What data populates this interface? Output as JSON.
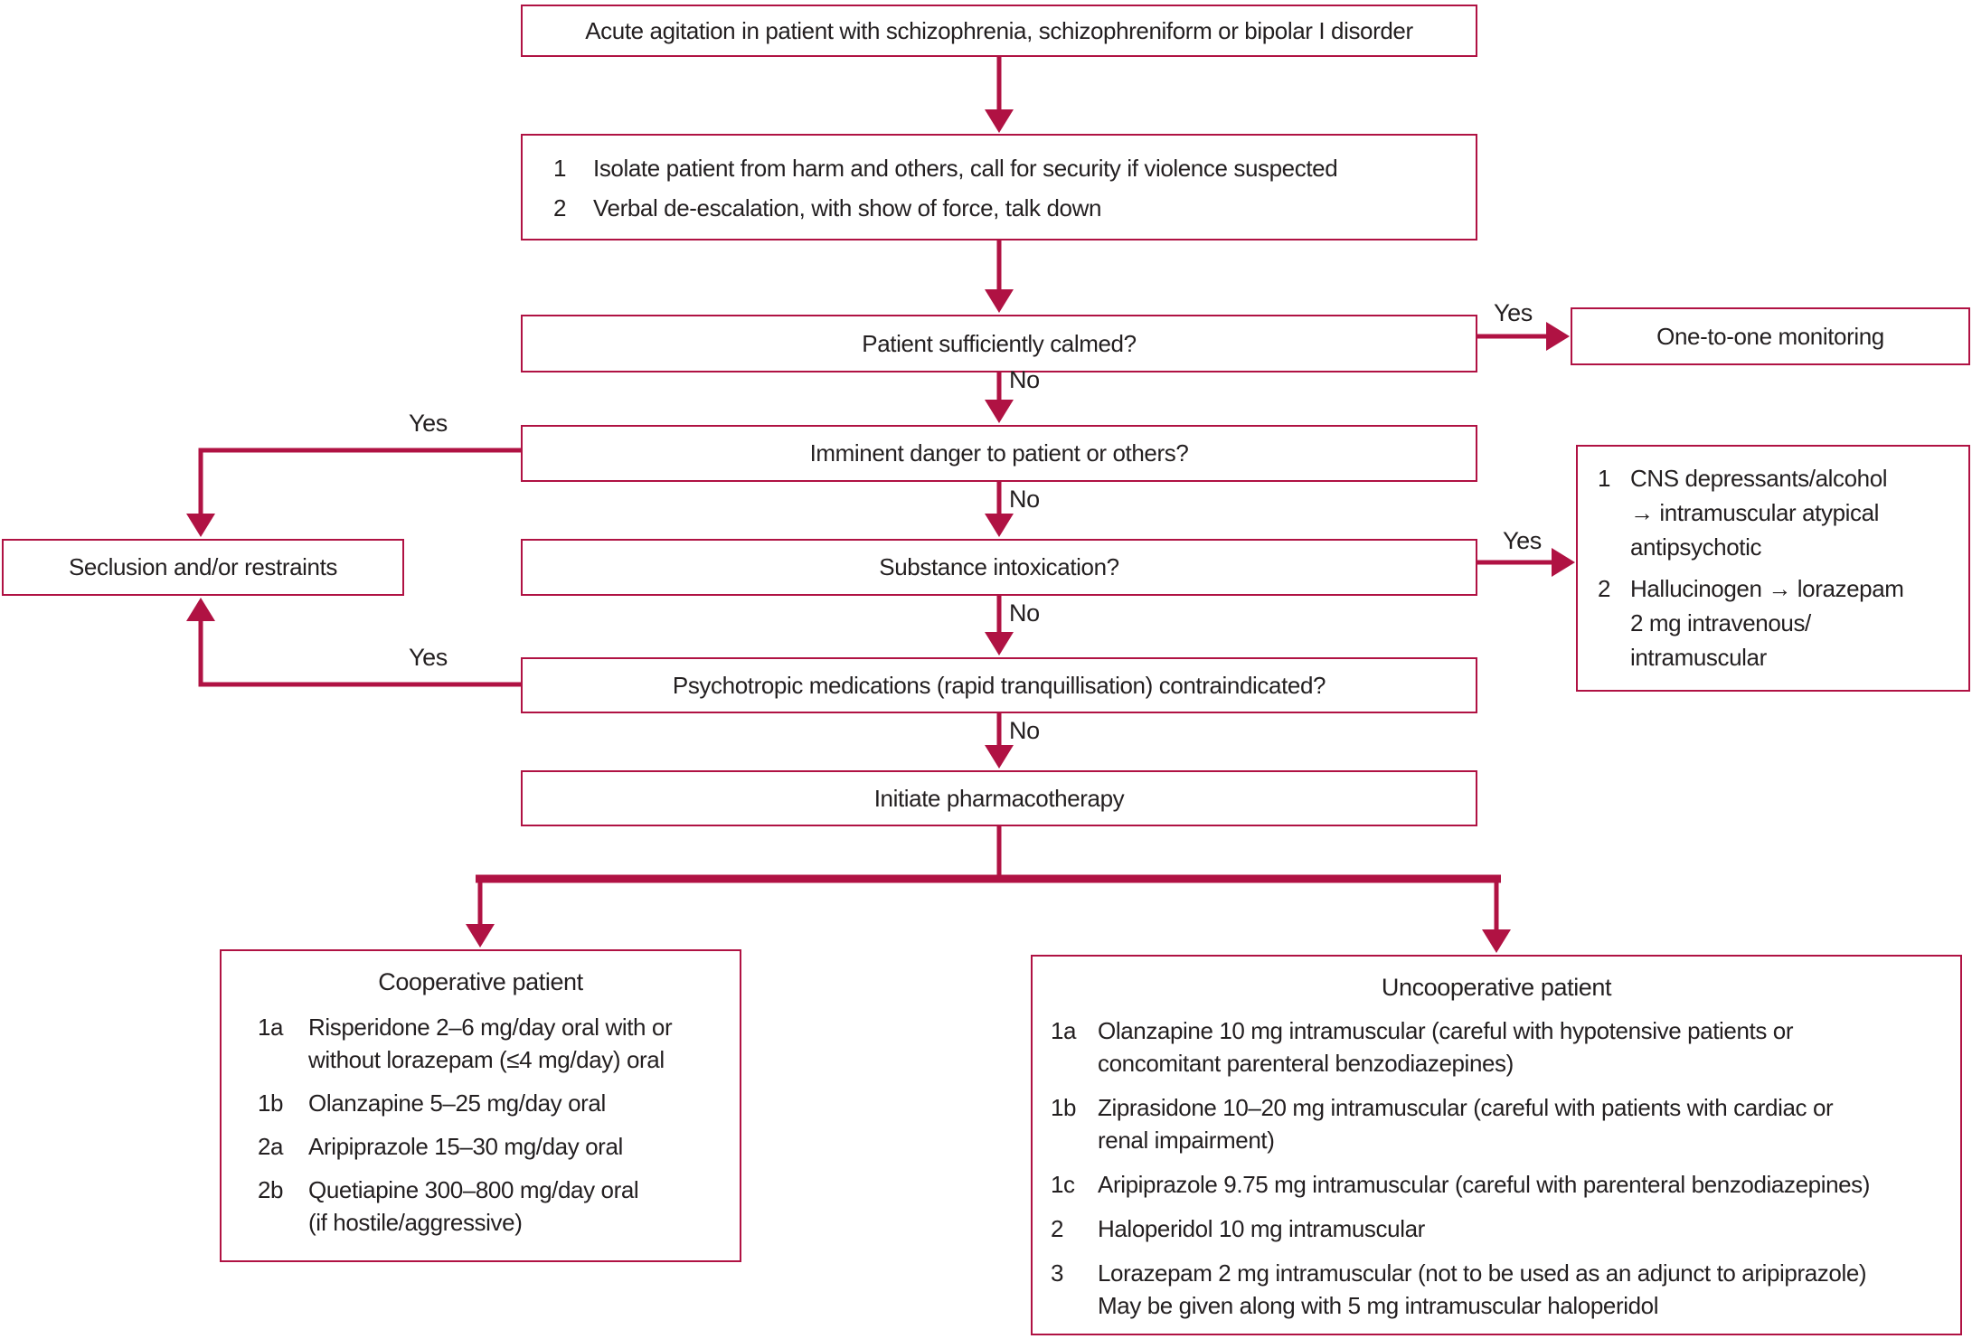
{
  "colors": {
    "accent": "#B01243",
    "text": "#231f20"
  },
  "labels": {
    "yes": "Yes",
    "no": "No"
  },
  "boxes": {
    "start": "Acute agitation in patient with schizophrenia, schizophreniform or bipolar I disorder",
    "steps": {
      "items": [
        {
          "num": "1",
          "text": "Isolate patient from harm and others, call for security if violence suspected"
        },
        {
          "num": "2",
          "text": "Verbal de-escalation, with show of force, talk down"
        }
      ]
    },
    "calmed": "Patient sufficiently calmed?",
    "monitoring": "One-to-one monitoring",
    "danger": "Imminent danger to patient or others?",
    "seclusion": "Seclusion and/or restraints",
    "substance": "Substance intoxication?",
    "intox_mgmt": {
      "items": [
        {
          "num": "1",
          "lines": [
            "CNS depressants/alcohol",
            "→ intramuscular atypical",
            "antipsychotic"
          ]
        },
        {
          "num": "2",
          "lines": [
            "Hallucinogen → lorazepam",
            "2 mg intravenous/",
            "intramuscular"
          ]
        }
      ]
    },
    "psych": "Psychotropic medications (rapid tranquillisation) contraindicated?",
    "initiate": "Initiate pharmacotherapy",
    "cooperative": {
      "title": "Cooperative patient",
      "items": [
        {
          "num": "1a",
          "lines": [
            "Risperidone 2–6 mg/day oral with or",
            "without lorazepam (≤4 mg/day) oral"
          ]
        },
        {
          "num": "1b",
          "lines": [
            "Olanzapine 5–25 mg/day oral"
          ]
        },
        {
          "num": "2a",
          "lines": [
            "Aripiprazole 15–30 mg/day oral"
          ]
        },
        {
          "num": "2b",
          "lines": [
            "Quetiapine 300–800 mg/day oral",
            "(if hostile/aggressive)"
          ]
        }
      ]
    },
    "uncooperative": {
      "title": "Uncooperative patient",
      "items": [
        {
          "num": "1a",
          "lines": [
            "Olanzapine 10 mg intramuscular (careful with hypotensive patients or",
            "concomitant parenteral benzodiazepines)"
          ]
        },
        {
          "num": "1b",
          "lines": [
            "Ziprasidone 10–20 mg intramuscular (careful with patients with cardiac or",
            "renal impairment)"
          ]
        },
        {
          "num": "1c",
          "lines": [
            "Aripiprazole 9.75 mg intramuscular (careful with parenteral benzodiazepines)"
          ]
        },
        {
          "num": "2",
          "lines": [
            "Haloperidol 10 mg intramuscular"
          ]
        },
        {
          "num": "3",
          "lines": [
            "Lorazepam 2 mg intramuscular (not to be used as an adjunct to aripiprazole)",
            "May be given along with 5 mg intramuscular haloperidol"
          ]
        }
      ]
    }
  }
}
